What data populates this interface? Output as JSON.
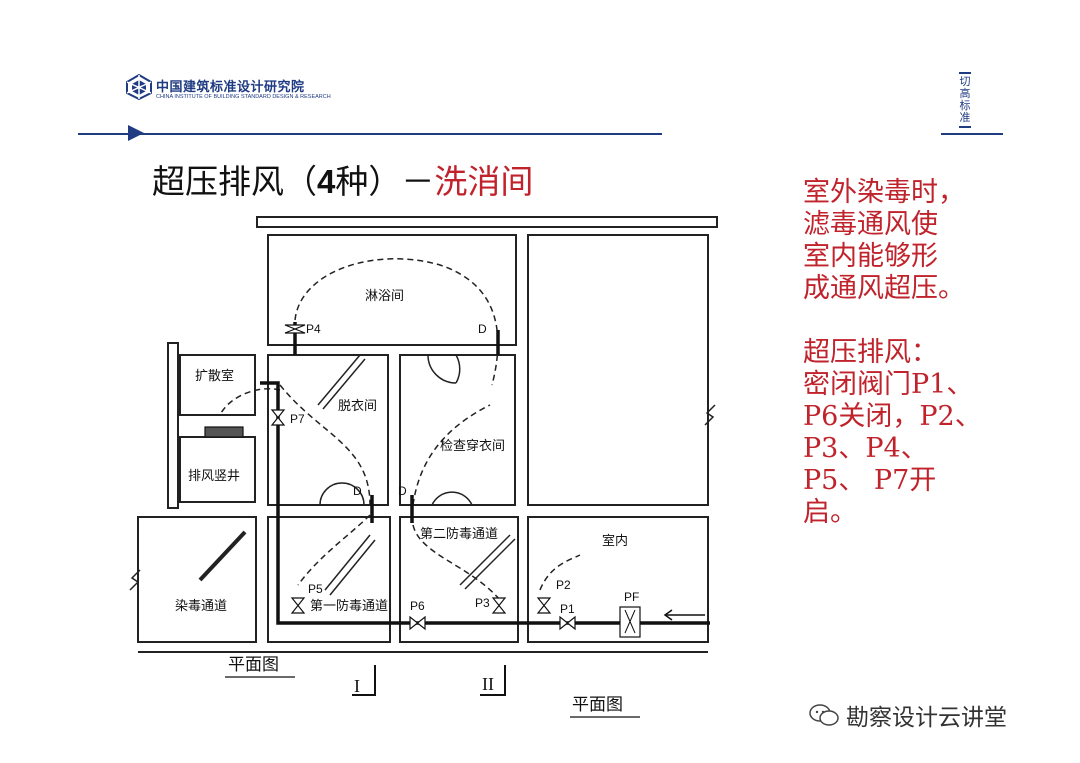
{
  "header": {
    "logo_cn": "中国建筑标准设计研究院",
    "logo_en": "CHINA INSTITUTE OF BUILDING STANDARD DESIGN & RESEARCH",
    "slogan_chars": [
      "切",
      "高",
      "标",
      "准"
    ]
  },
  "title": {
    "part1": "超压排风（",
    "num": "4",
    "part2": "种）－",
    "highlight": "洗消间"
  },
  "description": {
    "lines1": [
      "室外染毒时，",
      "滤毒通风使",
      "室内能够形",
      "成通风超压。"
    ],
    "lines2": [
      "超压排风：",
      "密闭阀门P1、",
      "P6关闭，P2、",
      "P3、P4、",
      "P5、 P7开",
      "启。"
    ]
  },
  "diagram": {
    "rooms": {
      "shower": "淋浴间",
      "diffusion": "扩散室",
      "undress": "脱衣间",
      "check_dress": "检查穿衣间",
      "exhaust_shaft": "排风竖井",
      "contaminated_passage": "染毒通道",
      "first_gas_passage": "第一防毒通道",
      "second_gas_passage": "第二防毒通道",
      "indoor": "室内"
    },
    "valves": {
      "p1": "P1",
      "p2": "P2",
      "p3": "P3",
      "p4": "P4",
      "p5": "P5",
      "p6": "P6",
      "p7": "P7",
      "pf": "PF"
    },
    "doors": {
      "d1": "D",
      "d2": "D",
      "d3": "D"
    },
    "plan_label_left": "平面图",
    "plan_label_right": "平面图",
    "section_1": "I",
    "section_2": "II"
  },
  "watermark": {
    "text": "勘察设计云讲堂"
  },
  "colors": {
    "accent_blue": "#1f3b82",
    "highlight_red": "#c0232c"
  }
}
